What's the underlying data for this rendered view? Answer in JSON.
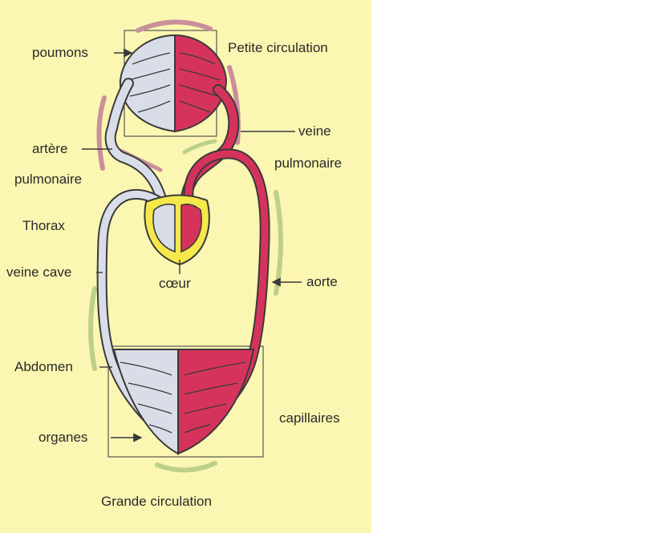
{
  "labels": {
    "poumons": "poumons",
    "petite_circulation": "Petite circulation",
    "veine_pulmonaire_1": "veine",
    "veine_pulmonaire_2": "pulmonaire",
    "artere_pulmonaire_1": "artère",
    "artere_pulmonaire_2": "pulmonaire",
    "thorax": "Thorax",
    "veine_cave": "veine cave",
    "coeur": "cœur",
    "aorte": "aorte",
    "abdomen": "Abdomen",
    "capillaires": "capillaires",
    "organes": "organes",
    "grande_circulation": "Grande circulation"
  },
  "colors": {
    "background": "#fbf6b1",
    "oxygenated": "#d6335c",
    "deoxygenated": "#d8dde8",
    "outline": "#3a3a3a",
    "heart_wall": "#f5e84a",
    "arrow_pink": "#c98f9a",
    "arrow_green": "#bcd08a"
  }
}
